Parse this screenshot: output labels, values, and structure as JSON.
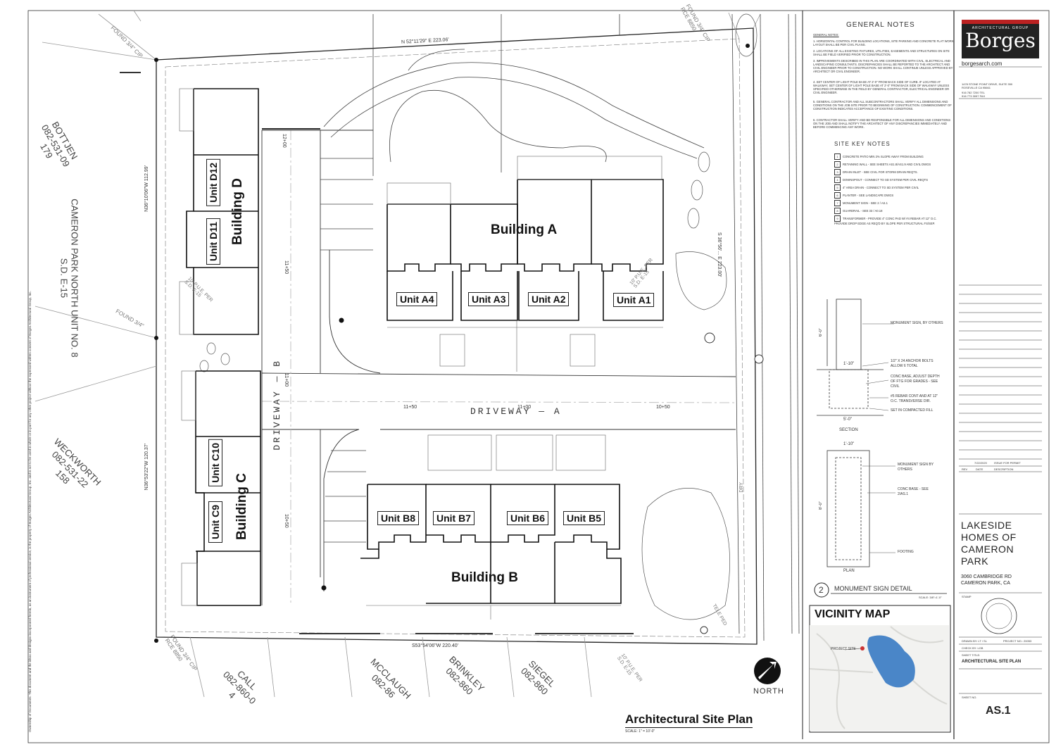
{
  "sheet": {
    "title": "Architectural Site Plan",
    "scale": "SCALE: 1\" = 10'-0\"",
    "north_label": "NORTH"
  },
  "buildings": {
    "a": {
      "name": "Building A",
      "units": [
        "Unit A4",
        "Unit A3",
        "Unit A2",
        "Unit A1"
      ]
    },
    "b": {
      "name": "Building B",
      "units": [
        "Unit B8",
        "Unit B7",
        "Unit B6",
        "Unit B5"
      ]
    },
    "c": {
      "name": "Building C",
      "units": [
        "Unit C10",
        "Unit C9"
      ]
    },
    "d": {
      "name": "Building D",
      "units": [
        "Unit D12",
        "Unit D11"
      ]
    }
  },
  "driveways": {
    "a": "DRIVEWAY — A",
    "b": "DRIVEWAY — B",
    "a_stations": [
      "11+50",
      "11+00",
      "10+50"
    ],
    "b_stations": [
      "12+00",
      "11+50",
      "11+00",
      "10+50"
    ]
  },
  "bearings": {
    "north": "N 52°11'29\" E 223.06'",
    "south": "S53°54'06\"W 220.40'",
    "west_upper": "N36°10'06\"W 112.99'",
    "west_lower": "N36°53'22\"W 120.37'",
    "east": "S 36°56'... E 223.00'"
  },
  "parcels": {
    "bottjen": "BOTTJEN\n082-531-09\n179",
    "cameron": "CAMERON PARK NORTH UNIT NO. 8\nS.D. E-15",
    "weckworth": "WECKWORTH\n082-531-22\n158",
    "call": "CALL\n082-860-0\n4",
    "mcclaugh": "MCCLAUGH\n082-86",
    "brinkley": "BRINKLEY\n082-860",
    "siegel": "SIEGEL\n082-860"
  },
  "survey": {
    "found_nw": "FOUND 3/4\" CIP",
    "found_w": "FOUND 3/4\"",
    "found_sw": "FOUND 3/4\" CIP RCE 8850",
    "found_ne": "FOUND 3/4\" CIP RCE 8850",
    "pue_w": "10' P.U.E. PER S.D. E-15",
    "pue_e": "10' P.U.E. PER S.D. E-15",
    "pue_s": "10' P.U.E. PER S.D. E-15",
    "tele_ped": "TELE PED",
    "dry": "DRY"
  },
  "general_notes": {
    "title": "GENERAL NOTES",
    "subtitle": "GENERAL NOTES:",
    "items": [
      "1. HORIZONTAL CONTROL FOR BUILDING LOCATIONS, SITE PARKING AND CONCRETE FLAT WORK LAYOUT SHALL BE PER CIVIL PLANS.",
      "2. LOCATIONS OF ALL EXISTING FIXTURES, UTILITIES, EASEMENTS AND STRUCTURES ON SITE SHALL BE FIELD VERIFIED PRIOR TO CONSTRUCTION.",
      "3. IMPROVEMENTS DESCRIBED IN THIS PLAN ARE COORDINATED WITH CIVIL, ELECTRICAL AND LANDSCAPING CONSULTANTS. DISCREPANCIES SHALL BE REPORTED TO THE ARCHITECT AND CIVIL ENGINEER PRIOR TO CONSTRUCTION. NO WORK SHALL CONTINUE UNLESS APPROVED BY ARCHITECT OR CIVIL ENGINEER.",
      "4. SET CENTER OF LIGHT POLE BASE AT 2'-0\" FROM BACK SIDE OF CURB. IF LOCATED AT WALKWAY, SET CENTER OF LIGHT POLE BASE AT 2'-0\" FROM BACK SIDE OF WALKWAY UNLESS SPECIFIED OTHERWISE IN THE FIELD BY GENERAL CONTRACTOR, ELECTRICAL ENGINEER OR CIVIL ENGINEER.",
      "5. GENERAL CONTRACTOR AND ALL SUBCONTRACTORS SHALL VERIFY ALL DIMENSIONS AND CONDITIONS ON THE JOB SITE PRIOR TO BEGINNING OF CONSTRUCTION. COMMENCEMENT OF CONSTRUCTION INDICATES ACCEPTANCE OF EXISTING CONDITIONS.",
      "6. CONTRACTOR SHALL VERIFY AND BE RESPONSIBLE FOR ALL DIMENSIONS AND CONDITIONS ON THE JOB AND SHALL NOTIFY THE ARCHITECT OF ANY DISCREPANCIES IMMEDIATELY AND BEFORE COMMENCING ANY WORK."
    ]
  },
  "site_key_notes": {
    "title": "SITE KEY NOTES",
    "items": [
      "CONCRETE PATIO MIN 2% SLOPE AWAY FROM BUILDING",
      "RETAINING WALL - SEE SHEETS AS1.8/AS1.9 AND CIVIL DWGS",
      "DRAIN INLET - SEE CIVIL FOR STORM DRAIN REQTS.",
      "DOWNSPOUT - CONNECT TO SD SYSTEM PER CIVIL REQTS",
      "4\" AREA DRAIN - CONNECT TO SD SYSTEM PER CIVIL",
      "PLANTER - SEE LANDSCAPE DWGS",
      "MONUMENT SIGN - SEE 2 / AS.1",
      "GUARDRAIL - SEE 33 / A0.18",
      "TRANSFORMER - PROVIDE 4\" CONC PAD W/ #4 REBAR AT 12\" O.C. PROVIDE DROP EDGE AS REQ'D BY SLOPE PER STRUCTURAL FS/SEP."
    ]
  },
  "monument_detail": {
    "number": "2",
    "title": "MONUMENT SIGN DETAIL",
    "scale": "SCALE: 3/8\"=1'-0\"",
    "section_label": "SECTION",
    "plan_label": "PLAN",
    "callouts": [
      "MONUMENT SIGN, BY OTHERS",
      "1/2\" X 24 ANCHOR BOLTS ALLOW 6 TOTAL",
      "CONC BASE, ADJUST DEPTH OF FTG FOR GRADES - SEE CIVIL",
      "#5 REBAR CONT AND AT 12\" O.C. TRANSVERSE DIR.",
      "SET IN COMPACTED FILL",
      "MONUMENT SIGN BY OTHERS",
      "CONC BASE - SEE 2/AS.1",
      "FOOTING"
    ],
    "dims": [
      "6'-0\"",
      "1'-10\"",
      "5'-0\"",
      "1'-10\"",
      "8'-0\""
    ]
  },
  "vicinity_map": {
    "title": "VICINITY MAP",
    "project_site": "PROJECT SITE"
  },
  "title_block": {
    "firm_small": "ARCHITECTURAL GROUP",
    "firm": "Borges",
    "website": "borgesarch.com",
    "address": "1478 STONE POINT DRIVE, SUITE 350\nROSEVILLE CA 95661",
    "phone": "916 782 7200 TEL\n916 773 3097 FAX",
    "revision_date": "7/22/2020",
    "revision_desc": "ISSUE FOR PERMIT",
    "rev_headers": [
      "REV",
      "DATE",
      "DESCRIPTION"
    ],
    "project_name": "LAKESIDE\nHOMES OF\nCAMERON\nPARK",
    "project_address": "3060 CAMBRIDGE RD\nCAMERON PARK, CA",
    "stamp_label": "STAMP",
    "drawn_by": "DRAWN BY: LT / SL",
    "project_no": "PROJECT NO.: 20053",
    "checked_by": "CHECK BY: LGB",
    "sheet_title_label": "SHEET TITLE:",
    "sheet_title": "ARCHITECTURAL SITE PLAN",
    "sheet_no_label": "SHEET NO.",
    "sheet_no": "AS.1"
  },
  "copyright": "Ownership of Documents: This document and the ideas and designs incorporated herein, as an instrument of professional service, is the property of Borges Architectural Group, Inc. and is not to be used in whole or in part for any other project without the expressed written consent of Borges Architectural Group, Inc.",
  "colors": {
    "ink": "#111111",
    "line": "#333333",
    "light": "#9a9a9a",
    "map_water": "#4a86c8"
  }
}
